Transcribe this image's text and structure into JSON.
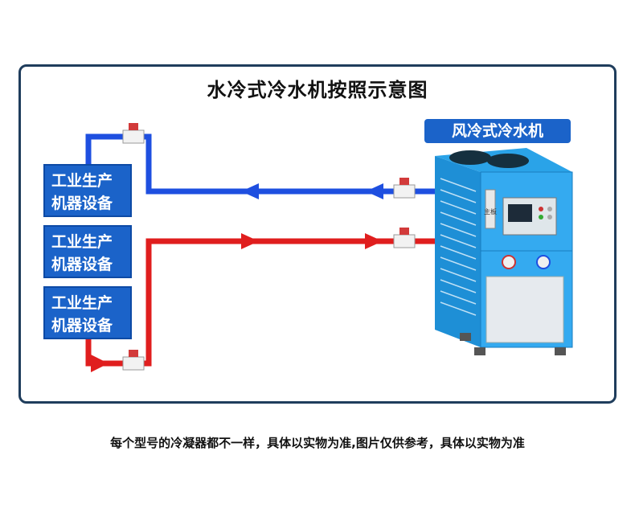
{
  "title": "水冷式冷水机按照示意图",
  "devices": [
    {
      "line1": "工业生产",
      "line2": "机器设备"
    },
    {
      "line1": "工业生产",
      "line2": "机器设备"
    },
    {
      "line1": "工业生产",
      "line2": "机器设备"
    }
  ],
  "chiller": {
    "label": "风冷式冷水机",
    "panel_text": "主板"
  },
  "pipes": {
    "supply_color": "#1e4fe0",
    "return_color": "#e01e1e"
  },
  "footnote": "每个型号的冷凝器都不一样，具体以实物为准,图片仅供参考，具体以实物为准"
}
